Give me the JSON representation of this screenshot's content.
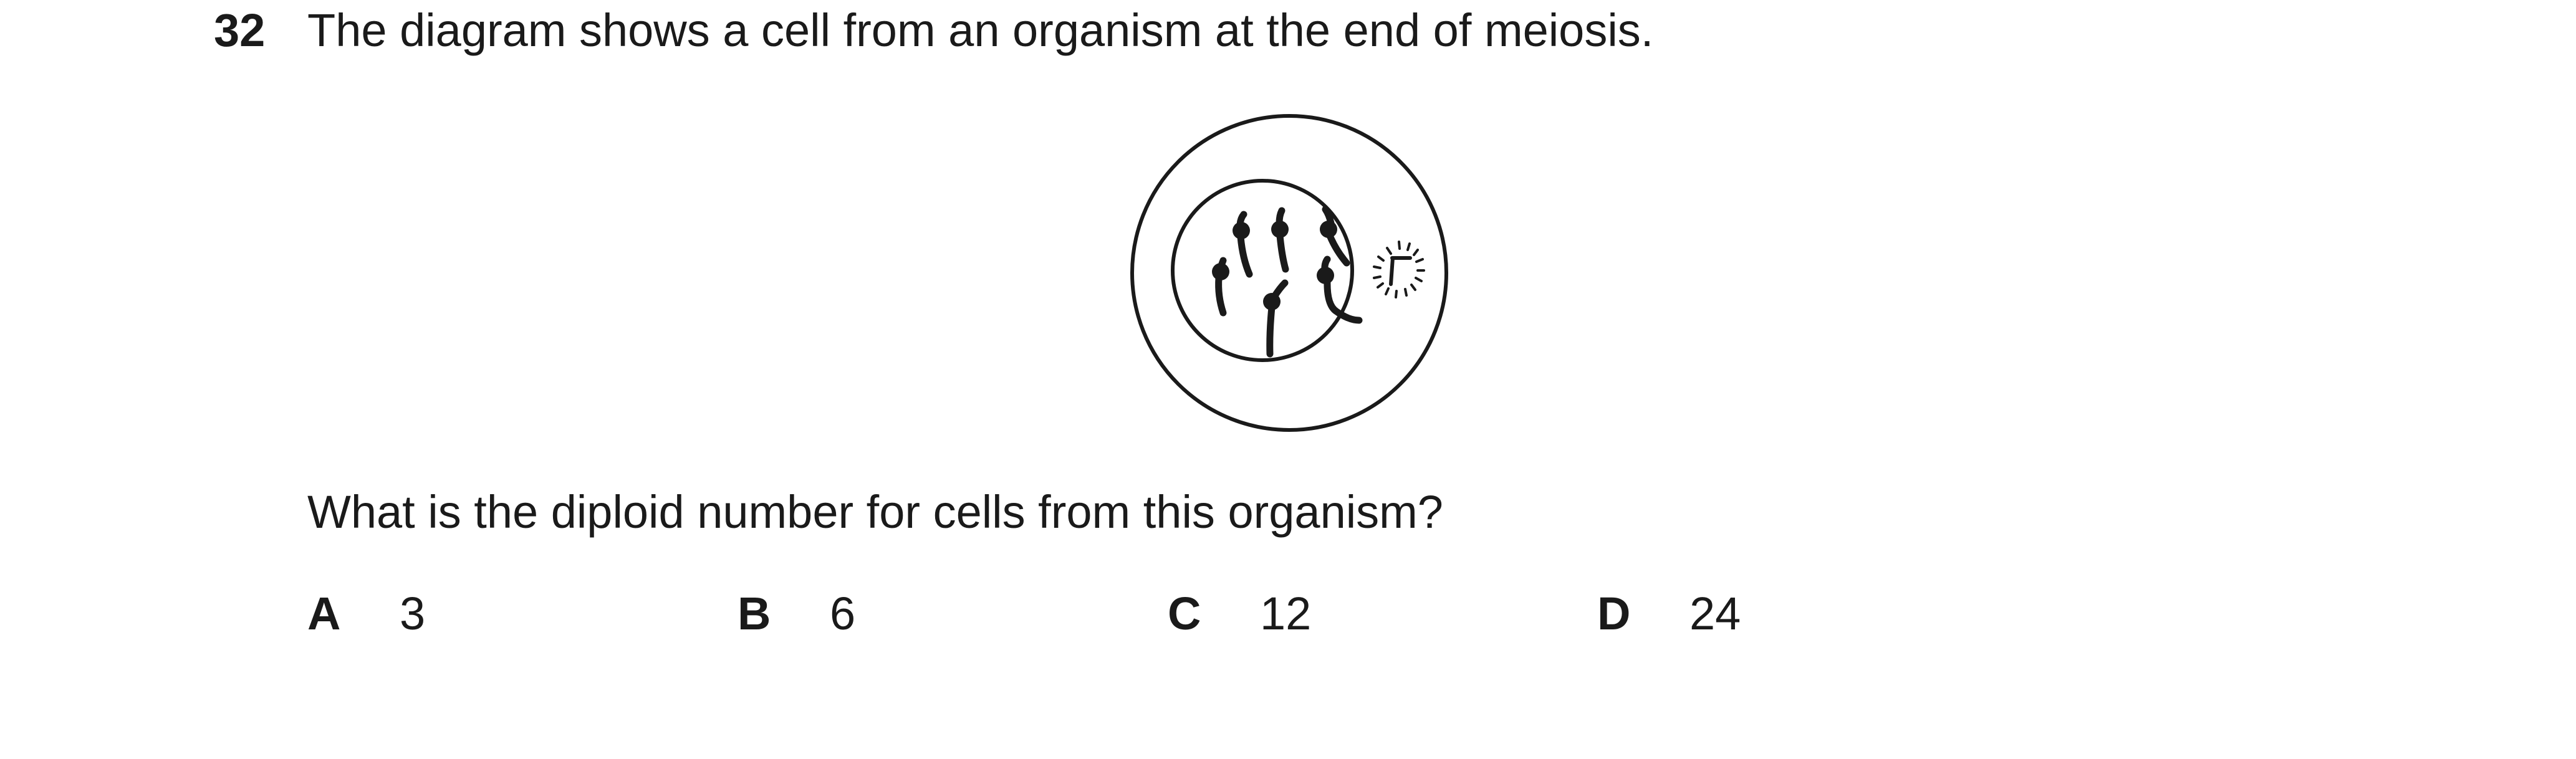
{
  "question": {
    "number": "32",
    "stem": "The diagram shows a cell from an organism at the end of meiosis.",
    "prompt": "What is the diploid number for cells from this organism?",
    "options": [
      {
        "letter": "A",
        "value": "3"
      },
      {
        "letter": "B",
        "value": "6"
      },
      {
        "letter": "C",
        "value": "12"
      },
      {
        "letter": "D",
        "value": "24"
      }
    ]
  },
  "diagram": {
    "chromosome_count": 6,
    "stroke_color": "#1a1a1a"
  }
}
